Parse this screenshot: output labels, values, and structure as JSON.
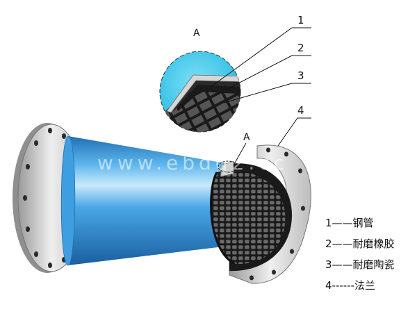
{
  "detail_label": "A",
  "callout_numbers": [
    "1",
    "2",
    "3",
    "4"
  ],
  "watermark": "www.ebdq2.cc",
  "legend": [
    {
      "number": "1",
      "sep": "——",
      "label": "钢管"
    },
    {
      "number": "2",
      "sep": "——",
      "label": "耐磨橡胶"
    },
    {
      "number": "3",
      "sep": "——",
      "label": "耐磨陶瓷"
    },
    {
      "number": "4",
      "sep": "------",
      "label": "法兰"
    }
  ],
  "colors": {
    "pipe_blue": "#3f9ee0",
    "pipe_highlight": "#c9e9fb",
    "pipe_dark": "#1f6fb3",
    "flange_gray": "#d8d8d8",
    "rubber_black": "#1a1a1a",
    "ceramic_gray": "#5a5a5a",
    "detail_circle": "#2cc3e8"
  }
}
